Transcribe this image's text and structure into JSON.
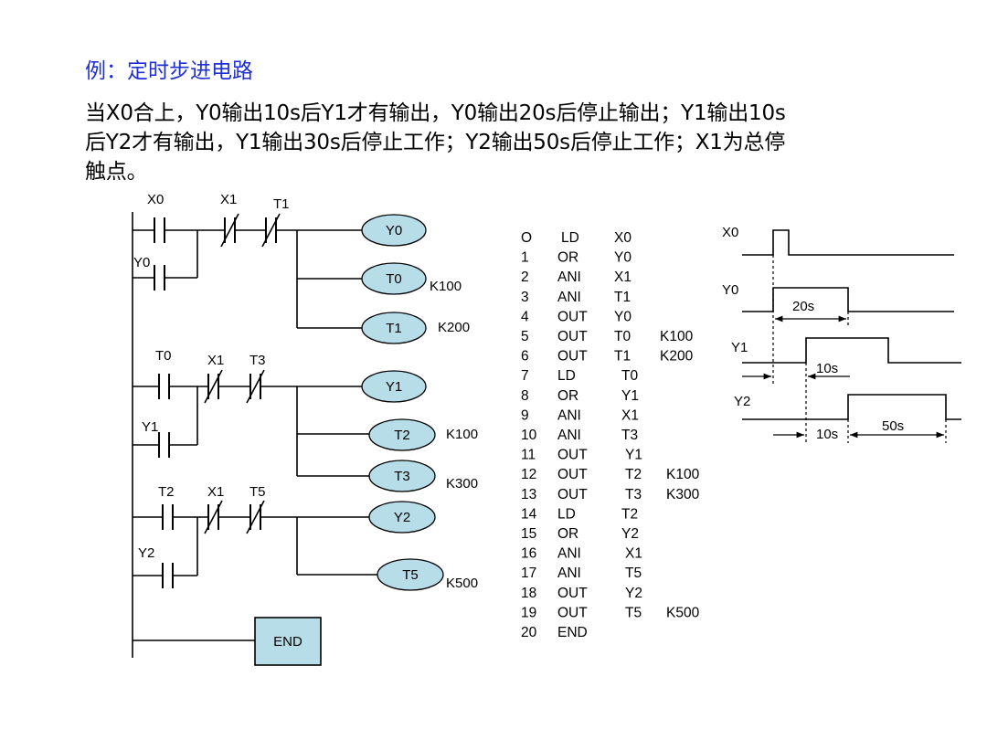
{
  "title": "例：定时步进电路",
  "description": {
    "line1": "当X0合上，Y0输出10s后Y1才有输出，Y0输出20s后停止输出；Y1输出10s",
    "line2": "后Y2才有输出，Y1输出30s后停止工作；Y2输出50s后停止工作；X1为总停",
    "line3": "触点。"
  },
  "ladder": {
    "contacts": {
      "x0": "X0",
      "x1a": "X1",
      "t1": "T1",
      "y0": "Y0",
      "t0": "T0",
      "x1b": "X1",
      "t3": "T3",
      "y1": "Y1",
      "t2": "T2",
      "x1c": "X1",
      "t5": "T5",
      "y2": "Y2"
    },
    "coils": {
      "y0": "Y0",
      "t0": "T0",
      "t1": "T1",
      "y1": "Y1",
      "t2": "T2",
      "t3": "T3",
      "y2": "Y2",
      "t5": "T5"
    },
    "constants": {
      "t0": "K100",
      "t1": "K200",
      "t2": "K100",
      "t3": "K300",
      "t5": "K500"
    },
    "end_label": "END"
  },
  "instructions": [
    {
      "step": "O",
      "op": "LD",
      "operand": "X0",
      "constant": ""
    },
    {
      "step": "1",
      "op": "OR",
      "operand": "Y0",
      "constant": ""
    },
    {
      "step": "2",
      "op": "ANI",
      "operand": "X1",
      "constant": ""
    },
    {
      "step": "3",
      "op": "ANI",
      "operand": "T1",
      "constant": ""
    },
    {
      "step": "4",
      "op": "OUT",
      "operand": "Y0",
      "constant": ""
    },
    {
      "step": "5",
      "op": "OUT",
      "operand": "T0",
      "constant": "K100"
    },
    {
      "step": "6",
      "op": "OUT",
      "operand": "T1",
      "constant": "K200"
    },
    {
      "step": "7",
      "op": "LD",
      "operand": "T0",
      "constant": ""
    },
    {
      "step": "8",
      "op": "OR",
      "operand": "Y1",
      "constant": ""
    },
    {
      "step": "9",
      "op": "ANI",
      "operand": "X1",
      "constant": ""
    },
    {
      "step": "10",
      "op": "ANI",
      "operand": "T3",
      "constant": ""
    },
    {
      "step": "11",
      "op": "OUT",
      "operand": "Y1",
      "constant": ""
    },
    {
      "step": "12",
      "op": "OUT",
      "operand": "T2",
      "constant": "K100"
    },
    {
      "step": "13",
      "op": "OUT",
      "operand": "T3",
      "constant": "K300"
    },
    {
      "step": "14",
      "op": "LD",
      "operand": "T2",
      "constant": ""
    },
    {
      "step": "15",
      "op": "OR",
      "operand": "Y2",
      "constant": ""
    },
    {
      "step": "16",
      "op": "ANI",
      "operand": "X1",
      "constant": ""
    },
    {
      "step": "17",
      "op": "ANI",
      "operand": "T5",
      "constant": ""
    },
    {
      "step": "18",
      "op": "OUT",
      "operand": "Y2",
      "constant": ""
    },
    {
      "step": "19",
      "op": "OUT",
      "operand": "T5",
      "constant": "K500"
    },
    {
      "step": "20",
      "op": "END",
      "operand": "",
      "constant": ""
    }
  ],
  "timing": {
    "signals": {
      "x0": "X0",
      "y0": "Y0",
      "y1": "Y1",
      "y2": "Y2"
    },
    "intervals": {
      "y0_on": "20s",
      "y1_delay": "10s",
      "y2_delay": "10s",
      "y2_on": "50s"
    }
  },
  "colors": {
    "title": "#1f2fd0",
    "coil_fill": "#b7dde8",
    "end_fill": "#b7dde8",
    "line": "#000000"
  }
}
